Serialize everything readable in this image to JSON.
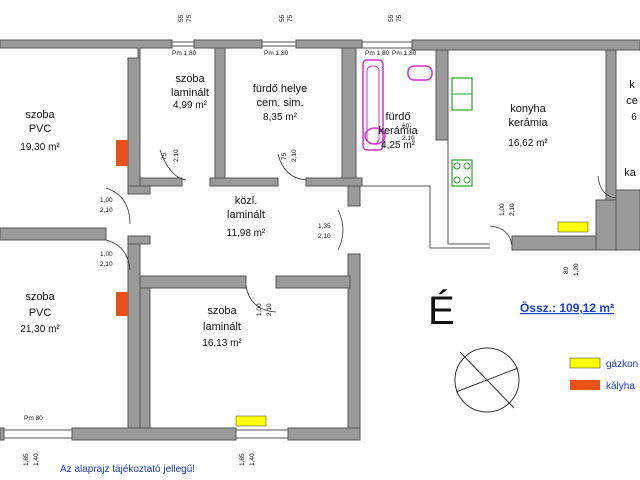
{
  "rooms": {
    "room1": {
      "name1": "szoba",
      "name2": "PVC",
      "area": "19,30 m²"
    },
    "room2": {
      "name1": "szoba",
      "name2": "laminált",
      "area": "4,99 m²"
    },
    "room3": {
      "name1": "fürdő helye",
      "name2": "cem. sim.",
      "area": "8,35 m²"
    },
    "room4": {
      "name1": "fürdő",
      "name2": "kerámia",
      "area": "4,25 m²"
    },
    "room5": {
      "name1": "konyha",
      "name2": "kerámia",
      "area": "16,62 m²"
    },
    "room6": {
      "name1": "k",
      "name2": "ce",
      "area": "6"
    },
    "room7": {
      "name1": "közl.",
      "name2": "laminált",
      "area": "11,98 m²"
    },
    "room8": {
      "name1": "szoba",
      "name2": "PVC",
      "area": "21,30 m²"
    },
    "room9": {
      "name1": "szoba",
      "name2": "laminált",
      "area": "16,13 m²"
    },
    "room10": {
      "name1": "ka"
    }
  },
  "dims": {
    "top_a": "55",
    "top_b": "75",
    "top_c": "55",
    "top_d": "75",
    "top_e": "55",
    "top_f": "75",
    "pm1": "Pm 1,80",
    "pm2": "Pm 1,80",
    "pm3": "Pm 1,80",
    "pm4": "Pm 1,80",
    "d_75a": "75",
    "d_210a": "2,10",
    "d_75b": "75",
    "d_210b": "2,10",
    "d_100a": "1,00",
    "d_210c": "2,10",
    "d_100b": "1,00",
    "d_210d": "2,10",
    "d_135": "1,35",
    "d_210e": "2,10",
    "d_60": "60",
    "d_210f": "2,10",
    "d_100c": "1,00",
    "d_210g": "2,10",
    "d_100d": "1,00",
    "d_210h": "2,10",
    "d_80": "80",
    "d_120": "1,20",
    "pm80": "Pm 80",
    "b_185a": "1,85",
    "b_140a": "1,40",
    "b_185b": "1,85",
    "b_140b": "1,40"
  },
  "north": "É",
  "total": "Össz.: 109,12 m²",
  "legend": {
    "gas": "gázkon",
    "stove": "kályha"
  },
  "note": "Az alaprajz tájékoztató jellegű!",
  "colors": {
    "gas": "#ffff00",
    "stove": "#e8521a",
    "fixture": "#cc33cc",
    "stove_top": "#2aa02a",
    "total": "#1a3cc8",
    "note": "#1a3cc8"
  }
}
